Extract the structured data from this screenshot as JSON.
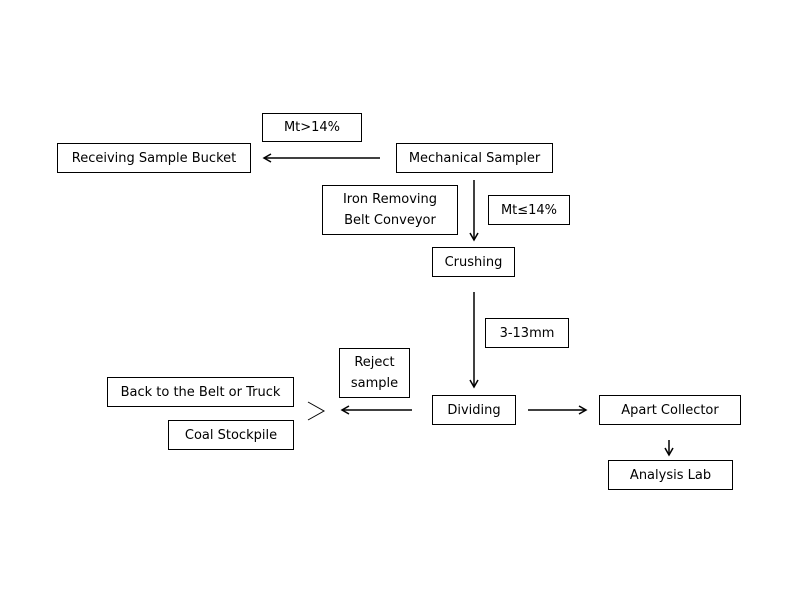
{
  "nodes": {
    "mt_high": "Mt>14%",
    "receiving_bucket": "Receiving Sample Bucket",
    "mechanical_sampler": "Mechanical Sampler",
    "iron_removing": [
      "Iron Removing",
      "Belt Conveyor"
    ],
    "mt_low": "Mt≤14%",
    "crushing": "Crushing",
    "size_range": "3-13mm",
    "reject_sample": [
      "Reject",
      "sample"
    ],
    "back_to_belt": "Back to the Belt or Truck",
    "coal_stockpile": "Coal Stockpile",
    "dividing": "Dividing",
    "apart_collector": "Apart Collector",
    "analysis_lab": "Analysis Lab"
  },
  "colors": {
    "stroke": "#000000",
    "background": "#ffffff"
  }
}
